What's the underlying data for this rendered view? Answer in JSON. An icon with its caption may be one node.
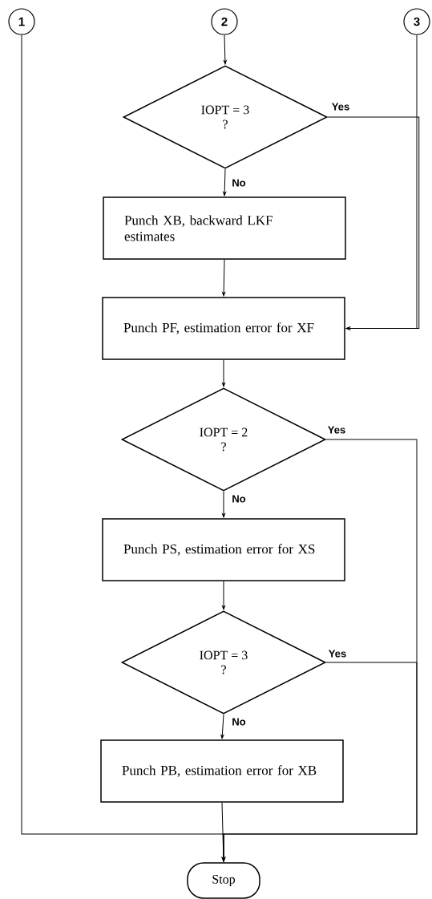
{
  "diagram": {
    "nodes": [
      {
        "text": [
          "1"
        ]
      },
      {
        "text": [
          "2"
        ]
      },
      {
        "text": [
          "3"
        ]
      },
      {
        "text": [
          "IOPT = 3",
          "?"
        ]
      },
      {
        "text": [
          "Punch XB, backward LKF estimates"
        ]
      },
      {
        "text": [
          "Punch PF, estimation error for XF"
        ]
      },
      {
        "text": [
          "IOPT = 2",
          "?"
        ]
      },
      {
        "text": [
          "Punch PS, estimation error for XS"
        ]
      },
      {
        "text": [
          "IOPT = 3",
          "?"
        ]
      },
      {
        "text": [
          "Punch PB, estimation error for XB"
        ]
      },
      {
        "text": [
          "Stop"
        ]
      }
    ],
    "edges": [
      {
        "from": 1,
        "to": 3,
        "arrow": "to"
      },
      {
        "from": 3,
        "to": 5,
        "arrow": "to",
        "label": "Yes"
      },
      {
        "from": 3,
        "to": 4,
        "arrow": "to",
        "label": "No"
      },
      {
        "from": 2,
        "to": 5,
        "arrow": "to"
      },
      {
        "from": 4,
        "to": 5,
        "arrow": "to"
      },
      {
        "from": 5,
        "to": 6,
        "arrow": "to"
      },
      {
        "from": 6,
        "to": 10,
        "arrow": "to",
        "label": "Yes"
      },
      {
        "from": 6,
        "to": 7,
        "arrow": "to",
        "label": "No"
      },
      {
        "from": 7,
        "to": 8,
        "arrow": "to"
      },
      {
        "from": 8,
        "to": 10,
        "arrow": "to",
        "label": "Yes"
      },
      {
        "from": 8,
        "to": 9,
        "arrow": "to",
        "label": "No"
      },
      {
        "from": 9,
        "to": 10,
        "arrow": "to"
      },
      {
        "from": 0,
        "to": 10,
        "arrow": "to"
      }
    ]
  }
}
